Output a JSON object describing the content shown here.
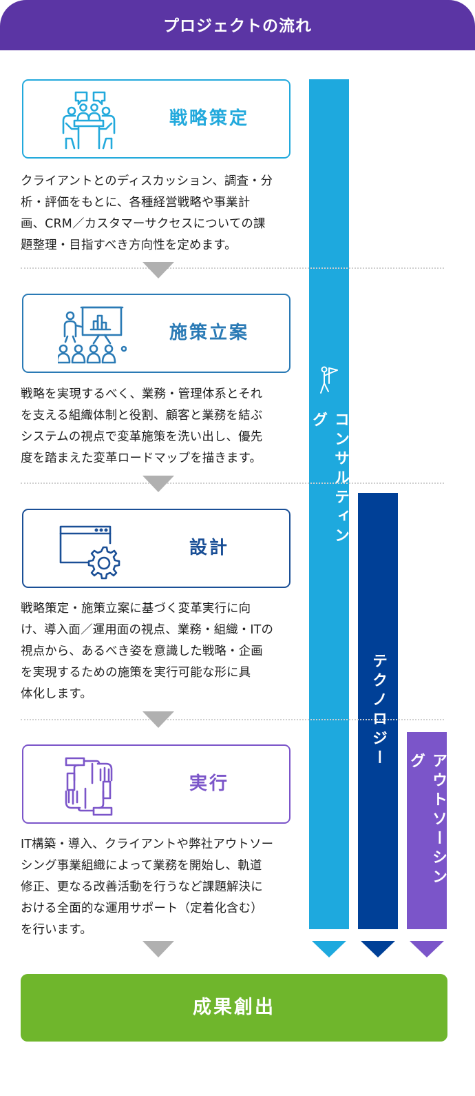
{
  "header": {
    "title": "プロジェクトの流れ"
  },
  "colors": {
    "header": "#5b35a4",
    "strategy": "#22a9dc",
    "planning": "#2a7ab5",
    "design": "#1a4f96",
    "execution": "#7b55c9",
    "consulting_bar": "#1ea9de",
    "technology_bar": "#004097",
    "outsourcing_bar": "#7b55c9",
    "result": "#6fb62c",
    "arrow_gray": "#b0b0b0"
  },
  "steps": [
    {
      "title": "戦略策定",
      "icon": "meeting-discussion-icon",
      "lines": [
        "クライアントとのディスカッション、調査・分",
        "析・評価をもとに、各種経営戦略や事業計",
        "画、CRM／カスタマーサクセスについての課",
        "題整理・目指すべき方向性を定めます。"
      ]
    },
    {
      "title": "施策立案",
      "icon": "presentation-audience-icon",
      "lines": [
        "戦略を実現するべく、業務・管理体系とそれ",
        "を支える組織体制と役割、顧客と業務を結ぶ",
        "システムの視点で変革施策を洗い出し、優先",
        "度を踏まえた変革ロードマップを描きます。"
      ]
    },
    {
      "title": "設計",
      "icon": "window-gear-icon",
      "lines": [
        "戦略策定・施策立案に基づく変革実行に向",
        "け、導入面／運用面の視点、業務・組織・ITの",
        "視点から、あるべき姿を意識した戦略・企画",
        "を実現するための施策を実行可能な形に具",
        "体化します。"
      ]
    },
    {
      "title": "実行",
      "icon": "joined-hands-icon",
      "lines": [
        "IT構築・導入、クライアントや弊社アウトソー",
        "シング事業組織によって業務を開始し、軌道",
        "修正、更なる改善活動を行うなど課題解決に",
        "おける全面的な運用サポート（定着化含む）",
        "を行います。"
      ]
    }
  ],
  "bars": {
    "consulting": {
      "label": "コンサルティング",
      "icon": "person-flag-icon"
    },
    "technology": {
      "label": "テクノロジー"
    },
    "outsourcing": {
      "label": "アウトソーシング"
    }
  },
  "result": {
    "label": "成果創出"
  }
}
